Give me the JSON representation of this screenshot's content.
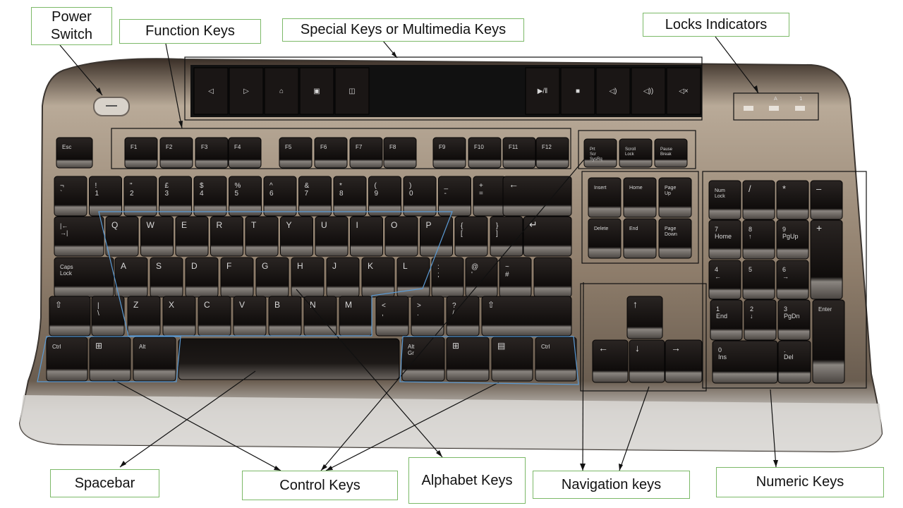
{
  "labels": {
    "power_switch": "Power\nSwitch",
    "function_keys": "Function Keys",
    "special_keys": "Special Keys or Multimedia Keys",
    "locks_indicators": "Locks Indicators",
    "spacebar": "Spacebar",
    "control_keys": "Control Keys",
    "alphabet_keys": "Alphabet Keys",
    "navigation_keys": "Navigation keys",
    "numeric_keys": "Numeric Keys"
  },
  "keys": {
    "esc": "Esc",
    "function_row": [
      "F1",
      "F2",
      "F3",
      "F4",
      "F5",
      "F6",
      "F7",
      "F8",
      "F9",
      "F10",
      "F11",
      "F12"
    ],
    "system_keys": [
      "Prt Scr SysRq",
      "Scroll Lock",
      "Pause Break"
    ],
    "number_row_top": [
      "¬",
      "!",
      "\"",
      "£",
      "$",
      "%",
      "^",
      "&",
      "*",
      "(",
      ")",
      "_",
      "+"
    ],
    "number_row_bottom": [
      "`",
      "1",
      "2",
      "3",
      "4",
      "5",
      "6",
      "7",
      "8",
      "9",
      "0",
      "-",
      "="
    ],
    "backspace": "←",
    "tab": "|← →|",
    "row_q": [
      "Q",
      "W",
      "E",
      "R",
      "T",
      "Y",
      "U",
      "I",
      "O",
      "P"
    ],
    "row_q_extra": [
      "{ [",
      "} ]"
    ],
    "enter": "↵",
    "caps_lock": "Caps Lock",
    "row_a": [
      "A",
      "S",
      "D",
      "F",
      "G",
      "H",
      "J",
      "K",
      "L"
    ],
    "row_a_extra": [
      ": ;",
      "@ '",
      "~ #"
    ],
    "shift_left": "⇧",
    "row_z_first": "| \\",
    "row_z": [
      "Z",
      "X",
      "C",
      "V",
      "B",
      "N",
      "M"
    ],
    "row_z_extra": [
      "< ,",
      "> .",
      "? /"
    ],
    "shift_right": "⇧",
    "ctrl_left": "Ctrl",
    "win_left": "⊞",
    "alt": "Alt",
    "alt_gr": "Alt Gr",
    "win_right": "⊞",
    "menu": "▤",
    "ctrl_right": "Ctrl",
    "nav_top": [
      "Insert",
      "Home",
      "Page Up"
    ],
    "nav_bottom": [
      "Delete",
      "End",
      "Page Down"
    ],
    "arrow_up": "↑",
    "arrow_left": "←",
    "arrow_down": "↓",
    "arrow_right": "→",
    "numpad_row1": [
      "Num Lock",
      "/",
      "*",
      "–"
    ],
    "numpad_row2": [
      "7 Home",
      "8 ↑",
      "9 PgUp"
    ],
    "numpad_plus": "+",
    "numpad_row3": [
      "4 ←",
      "5",
      "6 →"
    ],
    "numpad_row4": [
      "1 End",
      "2 ↓",
      "3 PgDn"
    ],
    "numpad_enter": "Enter",
    "numpad_zero": "0 Ins",
    "numpad_del": ". Del",
    "media_keys": [
      "◁",
      "▷",
      "⌂",
      "▣",
      "◫",
      "▶/‖",
      "■",
      "◁)",
      "◁))",
      "◁×"
    ]
  }
}
